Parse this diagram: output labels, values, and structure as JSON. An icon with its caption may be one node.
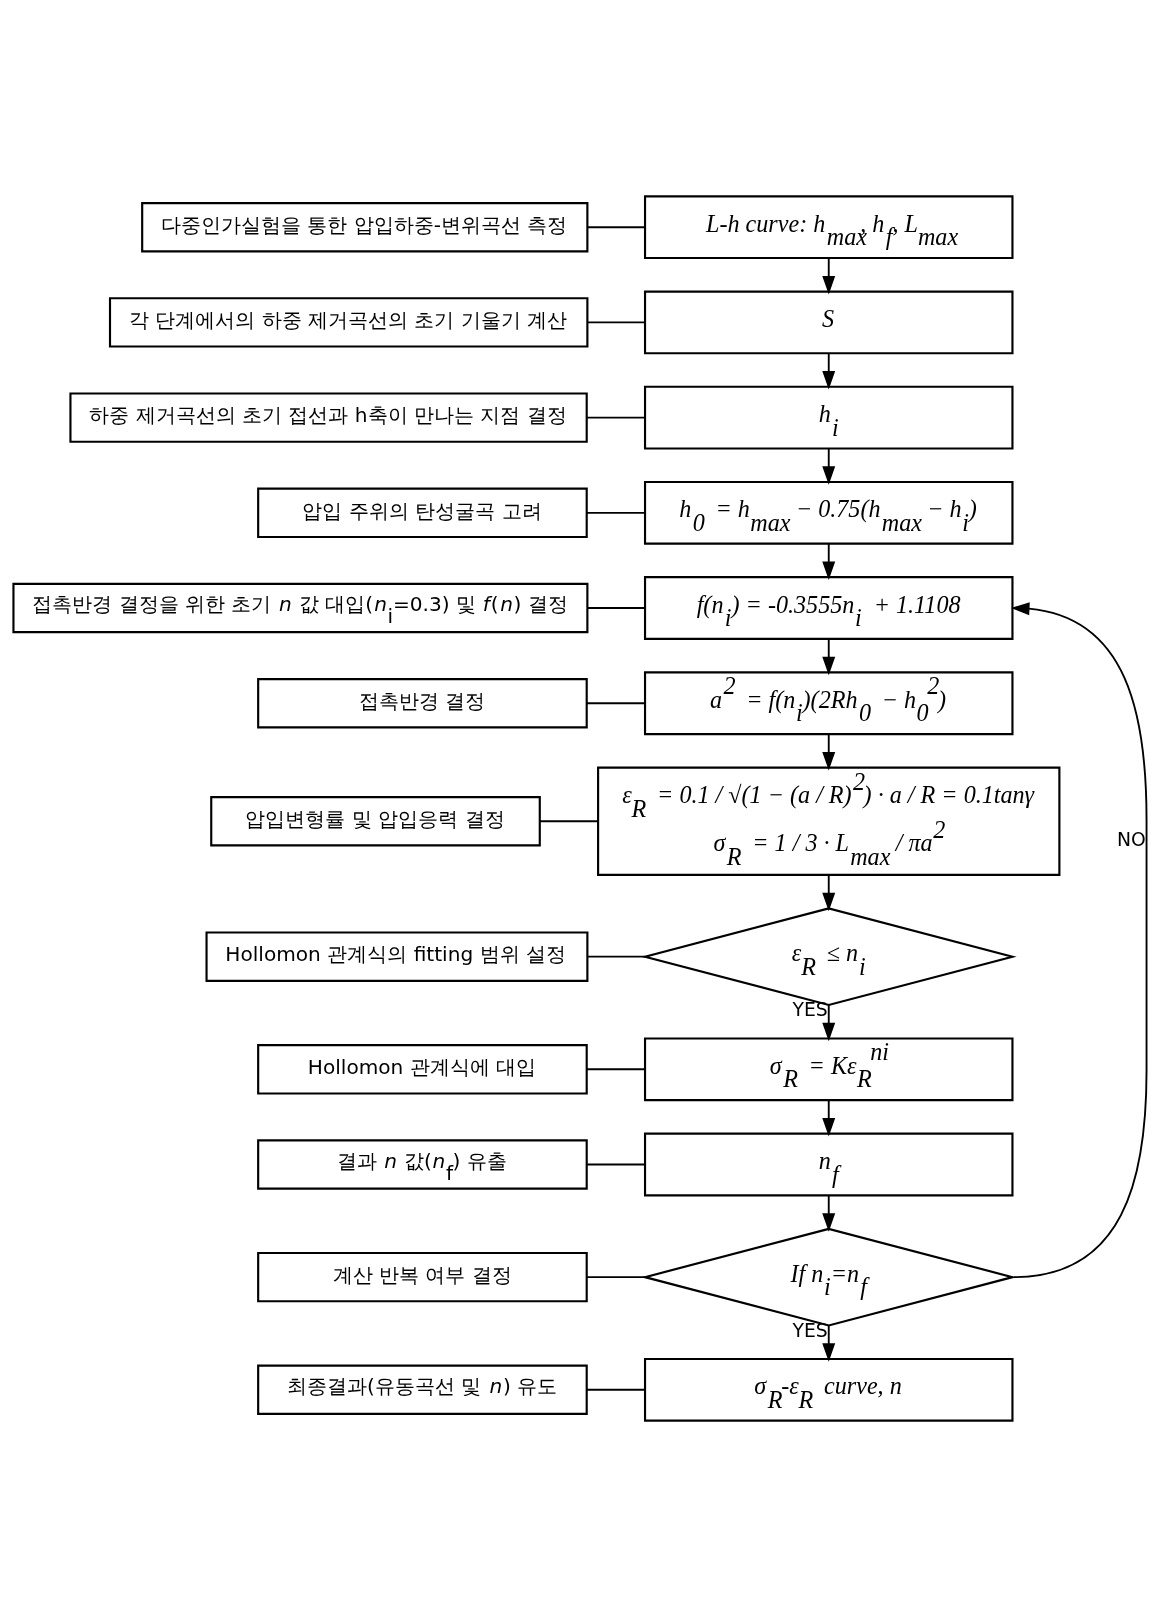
{
  "diagram": {
    "nodes": [
      {
        "text": [
          "다중인가실험을 통한 압입하중-변위곡선 측정"
        ]
      },
      {
        "text": [
          "L-h curve: h$_{max}$, h$_{f}$, L$_{max}$"
        ]
      },
      {
        "text": [
          "각 단계에서의 하중 제거곡선의 초기 기울기 계산"
        ]
      },
      {
        "text": [
          "S"
        ]
      },
      {
        "text": [
          "하중 제거곡선의 초기 접선과 h축이 만나는 지점 결정"
        ]
      },
      {
        "text": [
          "h$_{i}$"
        ]
      },
      {
        "text": [
          "압입 주위의 탄성굴곡 고려"
        ]
      },
      {
        "text": [
          "h$_{0}$ = h$_{max}$ − 0.75(h$_{max}$ − h$_{i}$)"
        ]
      },
      {
        "text": [
          "접촉반경 결정을 위한 초기 *n* 값 대입(*n*$_{i}$=0.3) 및 *f*(*n*) 결정"
        ]
      },
      {
        "text": [
          "f(n$_{i}$) = -0.3555n$_{i}$ + 1.1108"
        ]
      },
      {
        "text": [
          "접촉반경 결정"
        ]
      },
      {
        "text": [
          "a$^{2}$ = f(n$_{i}$)(2Rh$_{0}$ − h$_{0}$$^{2}$)"
        ]
      },
      {
        "text": [
          "압입변형률 및 압입응력 결정"
        ]
      },
      {
        "text": [
          "ε$_{R}$ = 0.1 / √(1 − (a / R)$^{2}$) · a / R = 0.1tanγ",
          "σ$_{R}$ = 1 / 3 · L$_{max}$ / πa$^{2}$"
        ]
      },
      {
        "text": [
          "Hollomon 관계식의 fitting 범위 설정"
        ]
      },
      {
        "text": [
          "ε$_{R}$ ≤ n$_{i}$"
        ]
      },
      {
        "text": [
          "Hollomon 관계식에 대입"
        ]
      },
      {
        "text": [
          "σ$_{R}$ = Kε$_{R}$$^{ni}$"
        ]
      },
      {
        "text": [
          "결과 *n* 값(*n*$_{f}$) 유출"
        ]
      },
      {
        "text": [
          "n$_{f}$"
        ]
      },
      {
        "text": [
          "계산 반복 여부 결정"
        ]
      },
      {
        "text": [
          "If n$_{i}$=n$_{f}$"
        ]
      },
      {
        "text": [
          "최종결과(유동곡선 및 *n*) 유도"
        ]
      },
      {
        "text": [
          "σ$_{R}$-ε$_{R}$ curve, n"
        ]
      }
    ],
    "edges": [
      {
        "from": 0,
        "to": 1,
        "arrow": "none"
      },
      {
        "from": 1,
        "to": 3,
        "arrow": "to"
      },
      {
        "from": 2,
        "to": 3,
        "arrow": "none"
      },
      {
        "from": 3,
        "to": 5,
        "arrow": "to"
      },
      {
        "from": 4,
        "to": 5,
        "arrow": "none"
      },
      {
        "from": 5,
        "to": 7,
        "arrow": "to"
      },
      {
        "from": 6,
        "to": 7,
        "arrow": "none"
      },
      {
        "from": 7,
        "to": 9,
        "arrow": "to"
      },
      {
        "from": 8,
        "to": 9,
        "arrow": "none"
      },
      {
        "from": 9,
        "to": 11,
        "arrow": "to"
      },
      {
        "from": 10,
        "to": 11,
        "arrow": "none"
      },
      {
        "from": 11,
        "to": 13,
        "arrow": "to"
      },
      {
        "from": 12,
        "to": 13,
        "arrow": "none"
      },
      {
        "from": 13,
        "to": 15,
        "arrow": "to"
      },
      {
        "from": 14,
        "to": 15,
        "arrow": "none"
      },
      {
        "from": 15,
        "to": 17,
        "arrow": "to",
        "label": "YES"
      },
      {
        "from": 16,
        "to": 17,
        "arrow": "none"
      },
      {
        "from": 17,
        "to": 19,
        "arrow": "to"
      },
      {
        "from": 18,
        "to": 19,
        "arrow": "none"
      },
      {
        "from": 19,
        "to": 21,
        "arrow": "to"
      },
      {
        "from": 20,
        "to": 21,
        "arrow": "none"
      },
      {
        "from": 21,
        "to": 9,
        "arrow": "to",
        "label": "NO"
      },
      {
        "from": 21,
        "to": 23,
        "arrow": "to",
        "label": "YES"
      },
      {
        "from": 22,
        "to": 23,
        "arrow": "none"
      }
    ]
  }
}
